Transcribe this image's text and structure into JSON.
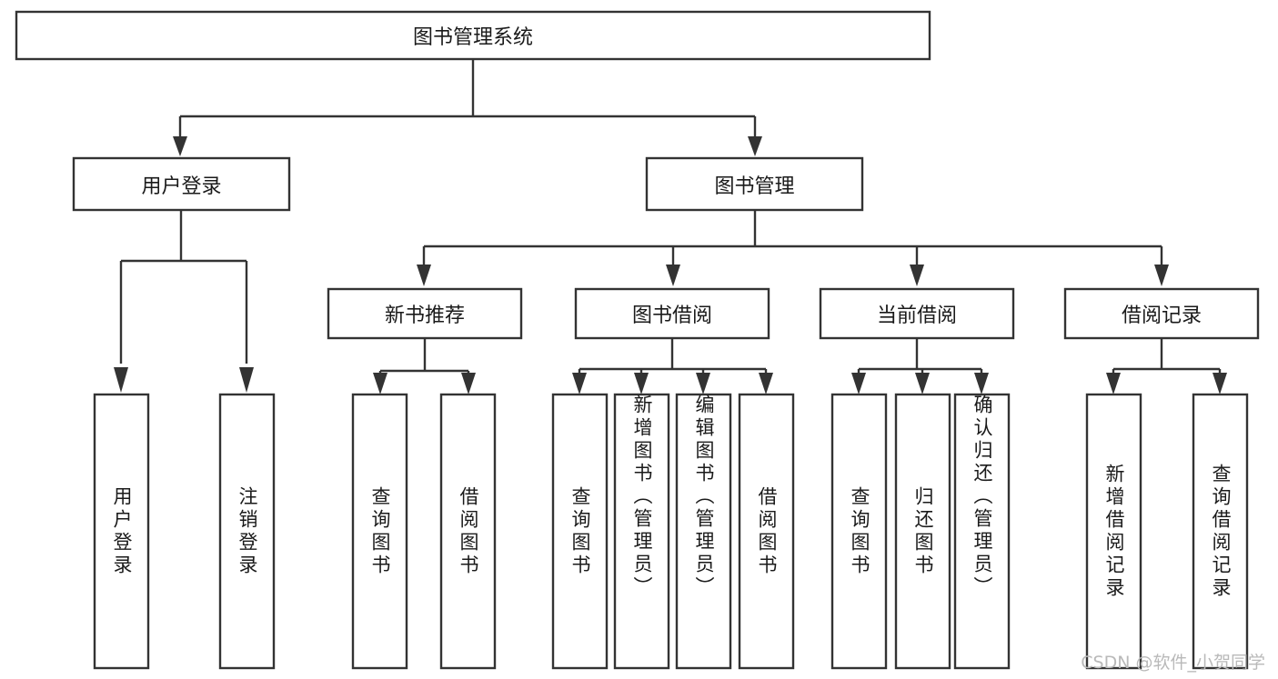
{
  "diagram": {
    "title": "图书管理系统",
    "type": "tree",
    "watermark": "CSDN @软件_小贺同学",
    "colors": {
      "box_stroke": "#333333",
      "box_fill": "#ffffff",
      "text": "#1a1a1a",
      "watermark": "#b9b9b9",
      "background": "#ffffff"
    },
    "root": {
      "label": "图书管理系统",
      "orientation": "horizontal"
    },
    "level2": [
      {
        "label": "用户登录",
        "orientation": "horizontal"
      },
      {
        "label": "图书管理",
        "orientation": "horizontal"
      }
    ],
    "level3": [
      {
        "label": "新书推荐",
        "orientation": "horizontal",
        "parent": "图书管理"
      },
      {
        "label": "图书借阅",
        "orientation": "horizontal",
        "parent": "图书管理"
      },
      {
        "label": "当前借阅",
        "orientation": "horizontal",
        "parent": "图书管理"
      },
      {
        "label": "借阅记录",
        "orientation": "horizontal",
        "parent": "图书管理"
      }
    ],
    "leaves": {
      "user_login": [
        {
          "label": "用户登录",
          "orientation": "vertical"
        },
        {
          "label": "注销登录",
          "orientation": "vertical"
        }
      ],
      "new_book_recommend": [
        {
          "label": "查询图书",
          "orientation": "vertical"
        },
        {
          "label": "借阅图书",
          "orientation": "vertical"
        }
      ],
      "book_borrow": [
        {
          "label": "查询图书",
          "orientation": "vertical"
        },
        {
          "label": "新增图书（管理员）",
          "orientation": "vertical"
        },
        {
          "label": "编辑图书（管理员）",
          "orientation": "vertical"
        },
        {
          "label": "借阅图书",
          "orientation": "vertical"
        }
      ],
      "current_borrow": [
        {
          "label": "查询图书",
          "orientation": "vertical"
        },
        {
          "label": "归还图书",
          "orientation": "vertical"
        },
        {
          "label": "确认归还（管理员）",
          "orientation": "vertical"
        }
      ],
      "borrow_record": [
        {
          "label": "新增借阅记录",
          "orientation": "vertical"
        },
        {
          "label": "查询借阅记录",
          "orientation": "vertical"
        }
      ]
    }
  }
}
